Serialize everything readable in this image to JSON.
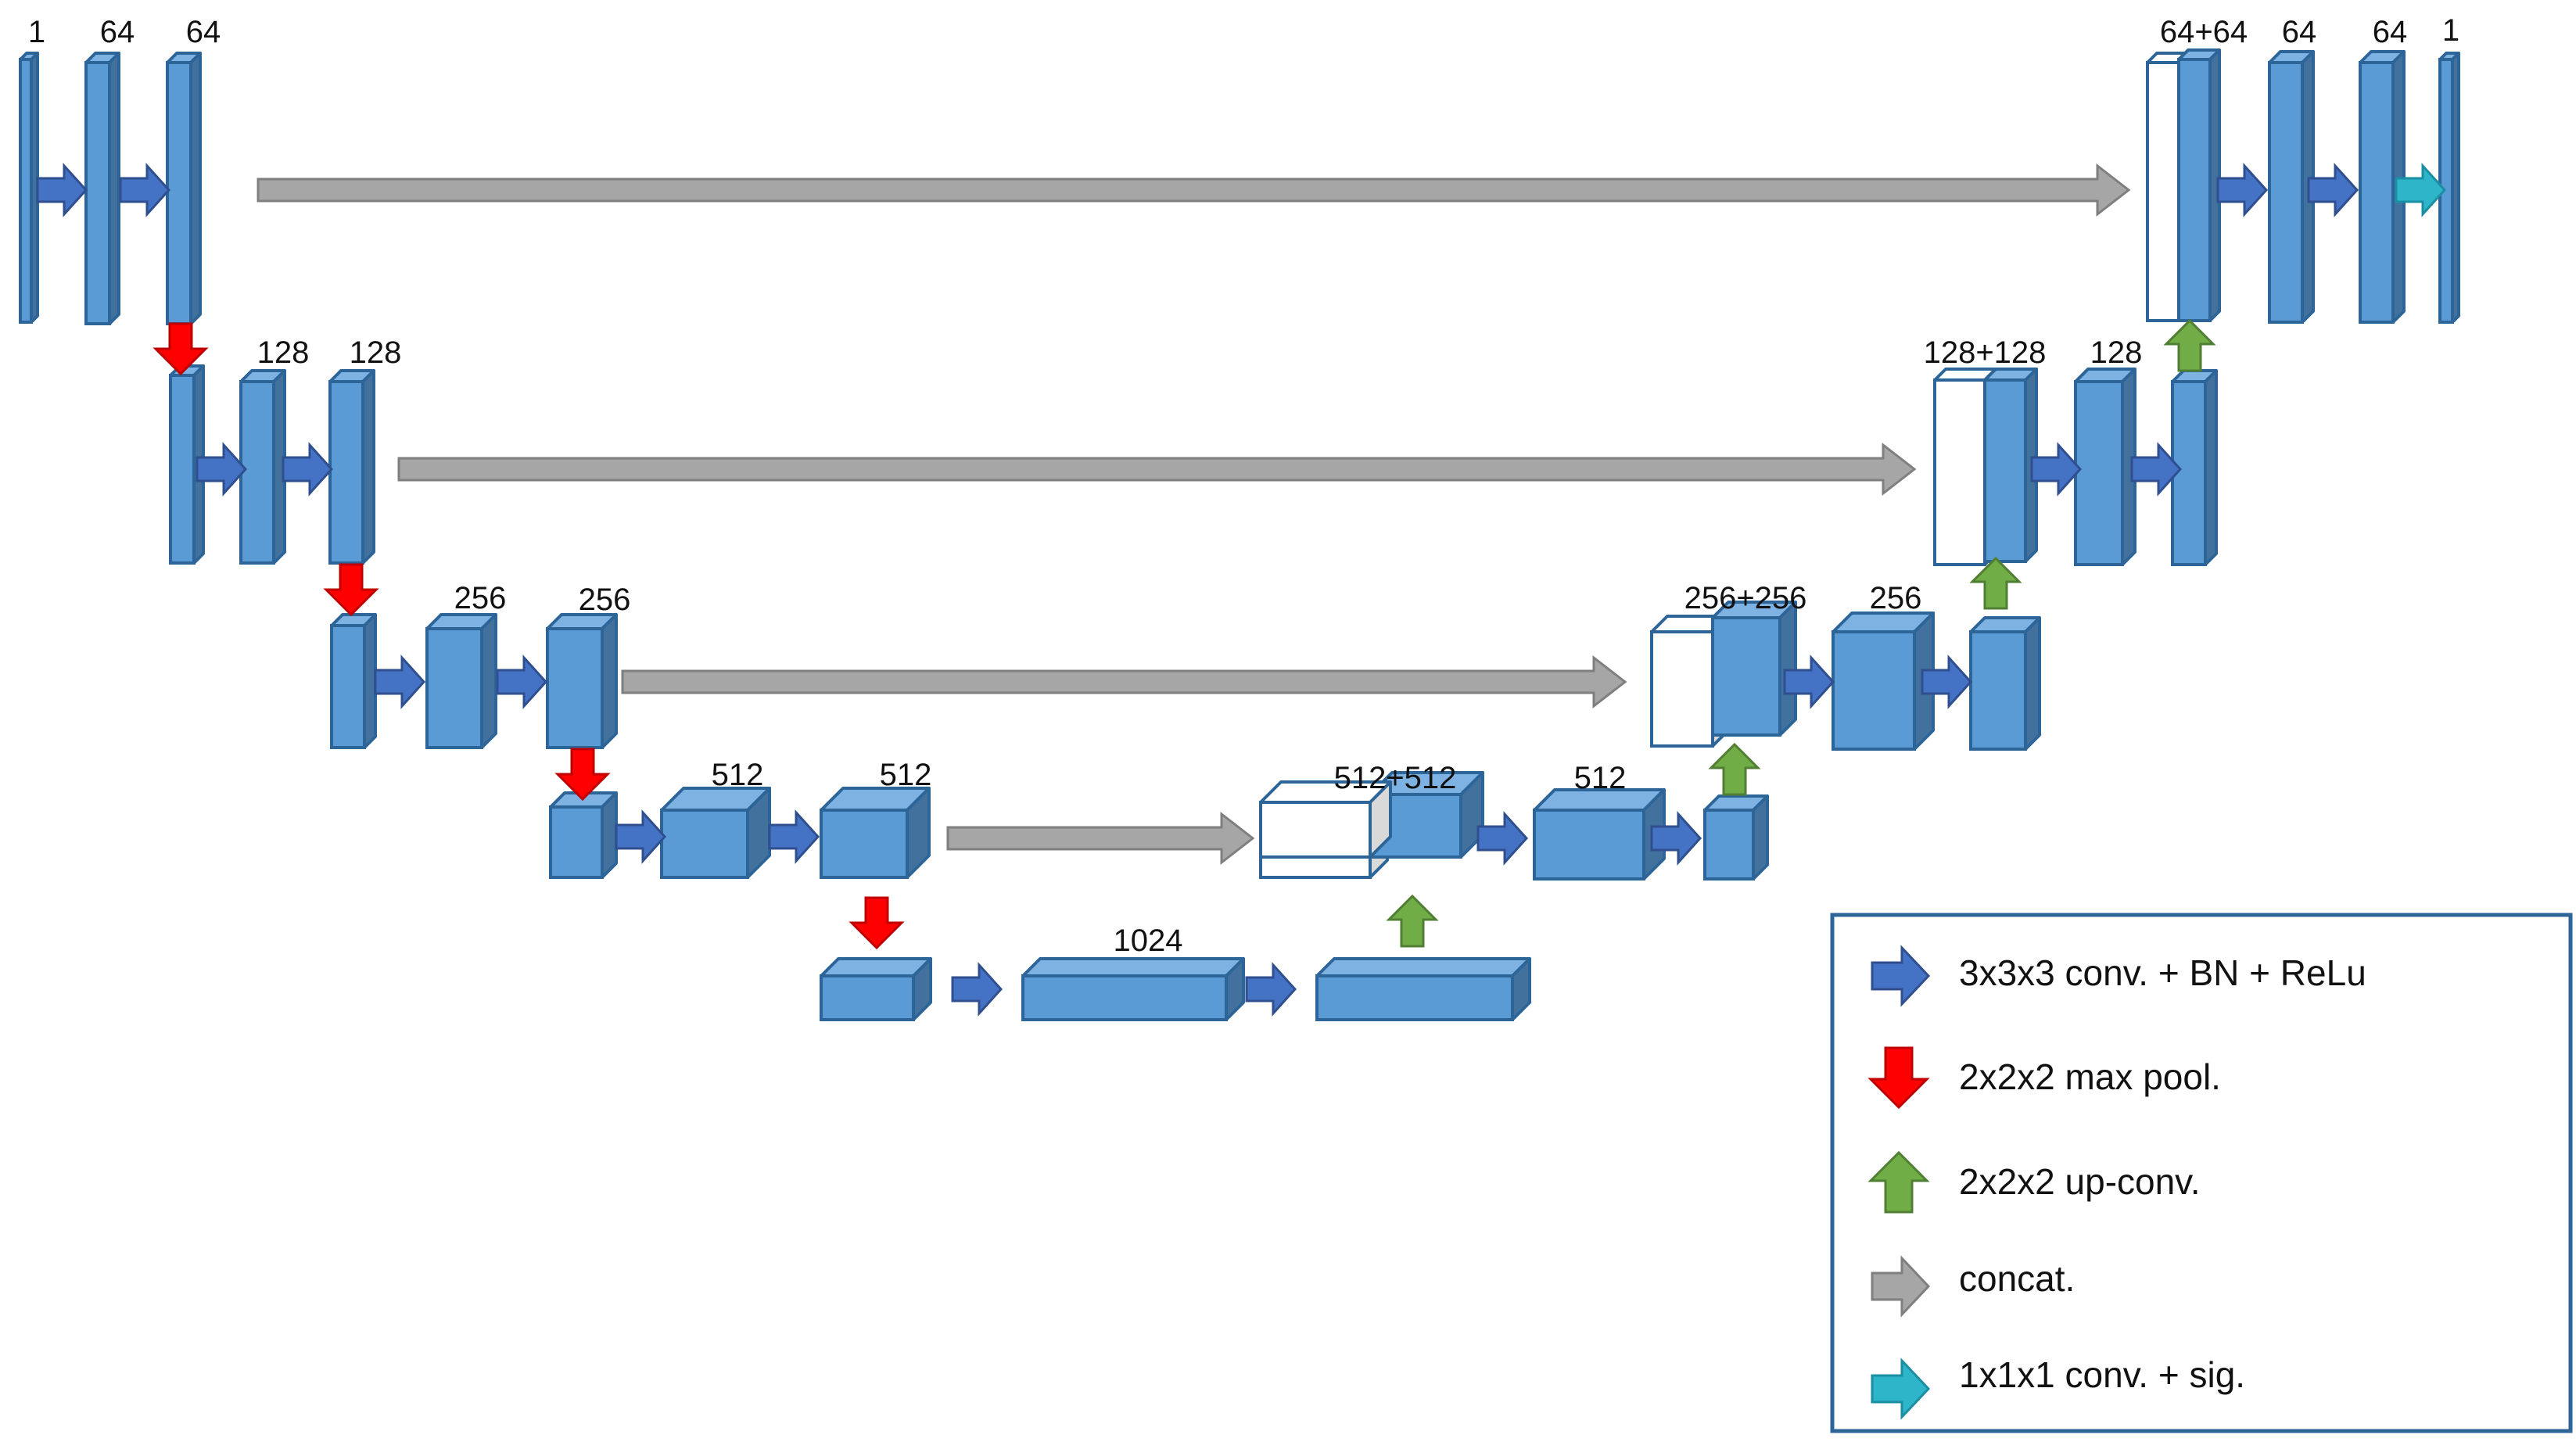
{
  "colors": {
    "block": "#5b9bd5",
    "block_top": "#7db2e2",
    "block_side": "#41719c",
    "block_outline": "#2e6598",
    "conv_arrow": "#4472c4",
    "conv_arrow_outline": "#2f4f8f",
    "pool_arrow": "#ff0000",
    "up_arrow": "#70ad47",
    "up_arrow_outline": "#507e32",
    "concat_arrow": "#a6a6a6",
    "concat_arrow_outline": "#7f7f7f",
    "final_arrow": "#2eb5c9",
    "legend_border": "#2e6598"
  },
  "labels": {
    "enc1_in": "1",
    "enc1_a": "64",
    "enc1_b": "64",
    "enc2_a": "128",
    "enc2_b": "128",
    "enc3_a": "256",
    "enc3_b": "256",
    "enc4_a": "512",
    "enc4_b": "512",
    "bottleneck": "1024",
    "dec4_cat": "512+512",
    "dec4_a": "512",
    "dec3_cat": "256+256",
    "dec3_a": "256",
    "dec2_cat": "128+128",
    "dec2_a": "128",
    "dec1_cat": "64+64",
    "dec1_a": "64",
    "dec1_b": "64",
    "output": "1"
  },
  "legend": {
    "items": [
      {
        "icon": "conv-arrow-icon",
        "text": "3x3x3 conv. + BN + ReLu"
      },
      {
        "icon": "maxpool-arrow-icon",
        "text": "2x2x2 max pool."
      },
      {
        "icon": "upconv-arrow-icon",
        "text": "2x2x2 up-conv."
      },
      {
        "icon": "concat-arrow-icon",
        "text": "concat."
      },
      {
        "icon": "final-conv-arrow-icon",
        "text": "1x1x1 conv. + sig."
      }
    ]
  }
}
